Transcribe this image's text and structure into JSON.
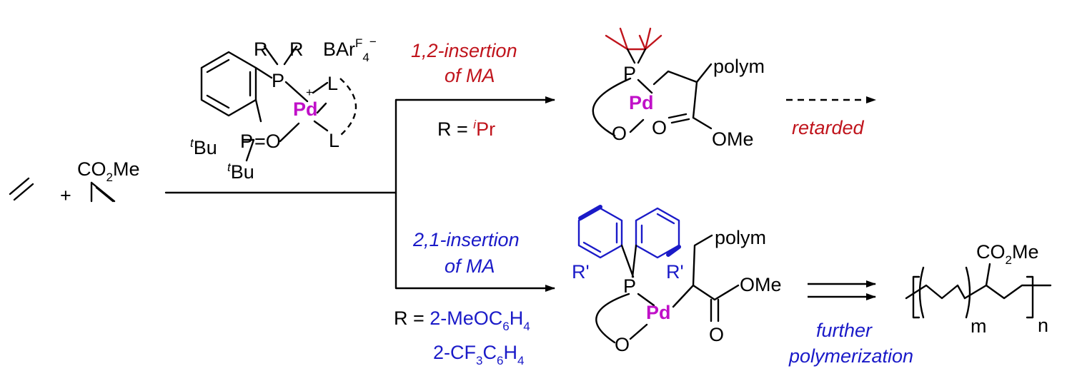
{
  "colors": {
    "palladium": "#c010c8",
    "red_path": "#c0141c",
    "blue_path": "#1a1ac8",
    "bond": "#000000"
  },
  "reactants": {
    "plus": "+",
    "acrylate_group": "CO2Me"
  },
  "catalyst": {
    "phosphine_R1": "R",
    "phosphine_R2": "R",
    "phosphorus": "P",
    "metal": "Pd",
    "charge": "+",
    "ligand_L1": "L",
    "ligand_L2": "L",
    "oxide_phosphorus": "P",
    "oxide_eq": "=O",
    "tbu_prefix": "t",
    "tbu_text": "Bu",
    "counterion_main": "BAr",
    "counterion_sup": "F",
    "counterion_sub": "4",
    "counterion_charge": "−"
  },
  "top_path": {
    "line1": "1,2-insertion",
    "line2": "of MA",
    "r_def_prefix": "R = ",
    "r_def_sup": "i",
    "r_def_main": "Pr",
    "product": {
      "phosphorus": "P",
      "metal": "Pd",
      "oxygen1": "O",
      "oxygen2": "O",
      "ome": "OMe",
      "polym": "polym"
    },
    "outcome": "retarded"
  },
  "bottom_path": {
    "line1": "2,1-insertion",
    "line2": "of MA",
    "r_def_prefix": "R = ",
    "r_def_1": "2-MeOC",
    "r_def_1_sub1": "6",
    "r_def_1_mid": "H",
    "r_def_1_sub2": "4",
    "r_def_2": "2-CF",
    "r_def_2_sub1": "3",
    "r_def_2_mid": "C",
    "r_def_2_sub2": "6",
    "r_def_2_end": "H",
    "r_def_2_sub3": "4",
    "product": {
      "phosphorus": "P",
      "metal": "Pd",
      "oxygen1": "O",
      "oxygen2": "O",
      "ome": "OMe",
      "polym": "polym",
      "r_prime_1": "R'",
      "r_prime_2": "R'"
    },
    "outcome_line1": "further",
    "outcome_line2": "polymerization"
  },
  "polymer": {
    "group": "CO2Me",
    "m": "m",
    "n": "n"
  }
}
